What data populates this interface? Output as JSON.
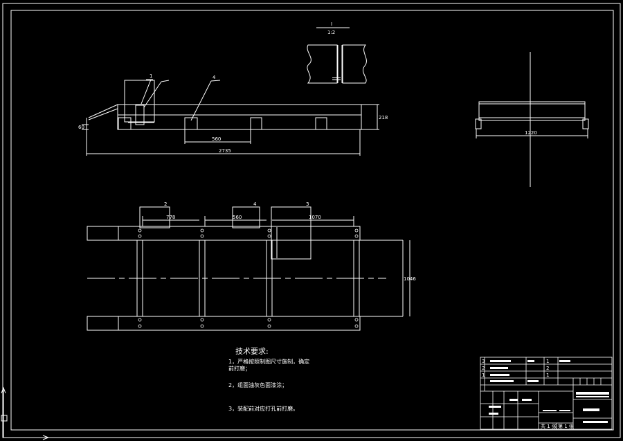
{
  "section": {
    "top": "I",
    "bottom": "1:2"
  },
  "front_view": {
    "leader_labels": [
      "1",
      "4"
    ],
    "spacing_dim": "560",
    "overall_dim": "2735",
    "height_dim": "218",
    "small_dim": "60"
  },
  "side_view": {
    "width_dim": "1220"
  },
  "plan_view": {
    "leader_labels": [
      "2",
      "4",
      "3"
    ],
    "dims": [
      "778",
      "560",
      "1070"
    ],
    "height_dim": "1046"
  },
  "tech": {
    "title": "技术要求:",
    "notes": [
      "1，严格按照制图尺寸施制，确定前打磨；",
      "2，组面油灰色面漆涂；",
      "3，装配前对应打孔前打磨。"
    ]
  },
  "title_block": {
    "rows": [
      {
        "no": "3",
        "qty": "1"
      },
      {
        "no": "2",
        "qty": "2"
      },
      {
        "no": "1",
        "qty": "1"
      }
    ],
    "sheet_total": "共 1 张",
    "sheet_no": "第 1 张"
  }
}
